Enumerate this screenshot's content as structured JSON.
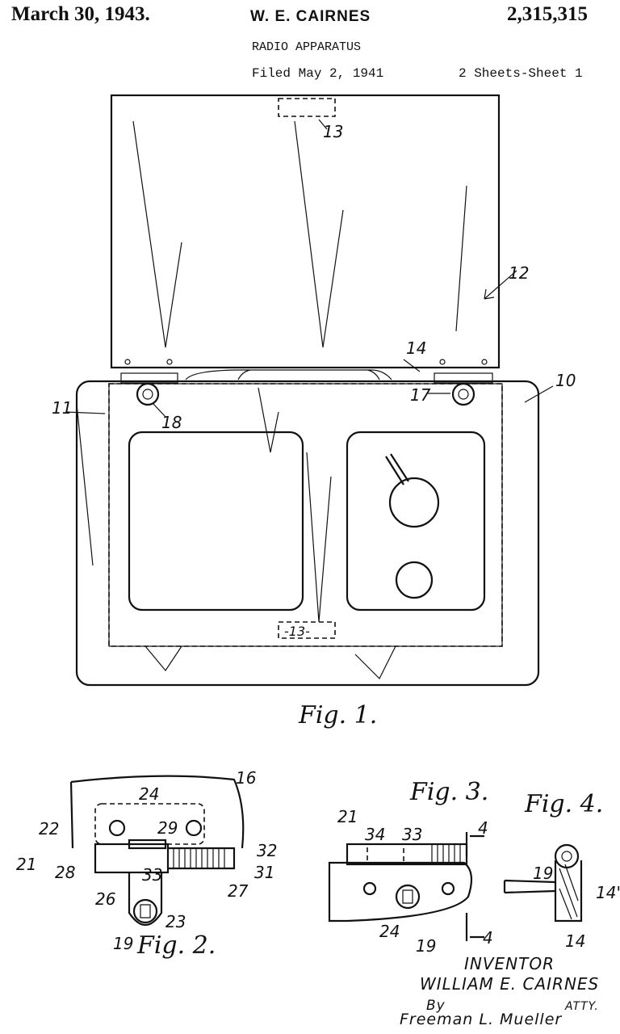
{
  "header": {
    "date": "March 30, 1943.",
    "inventor": "W. E. CAIRNES",
    "patent_number": "2,315,315",
    "title": "RADIO APPARATUS",
    "filed": "Filed May 2, 1941",
    "sheets": "2 Sheets-Sheet 1"
  },
  "fig1": {
    "caption": "Fig. 1.",
    "labels": {
      "n13_top": "13",
      "n12": "12",
      "n14": "14",
      "n10": "10",
      "n11": "11",
      "n18": "18",
      "n17": "17",
      "n13_bottom": "-13-"
    }
  },
  "fig2": {
    "caption": "Fig. 2.",
    "labels": {
      "n16": "16",
      "n24": "24",
      "n22": "22",
      "n29": "29",
      "n32": "32",
      "n21": "21",
      "n28": "28",
      "n33": "33",
      "n31": "31",
      "n26": "26",
      "n27": "27",
      "n23": "23",
      "n19": "19"
    }
  },
  "fig3": {
    "caption": "Fig. 3.",
    "labels": {
      "n21": "21",
      "n34": "34",
      "n33": "33",
      "n4_top": "4",
      "n24": "24",
      "n19": "19",
      "n4_bottom": "4"
    }
  },
  "fig4": {
    "caption": "Fig. 4.",
    "labels": {
      "n19": "19",
      "n14p": "14'",
      "n14": "14"
    }
  },
  "signature": {
    "inventor_label": "INVENTOR",
    "inventor_name": "WILLIAM E. CAIRNES",
    "by": "By",
    "attorney": "Freeman L. Mueller",
    "atty": "ATTY."
  }
}
